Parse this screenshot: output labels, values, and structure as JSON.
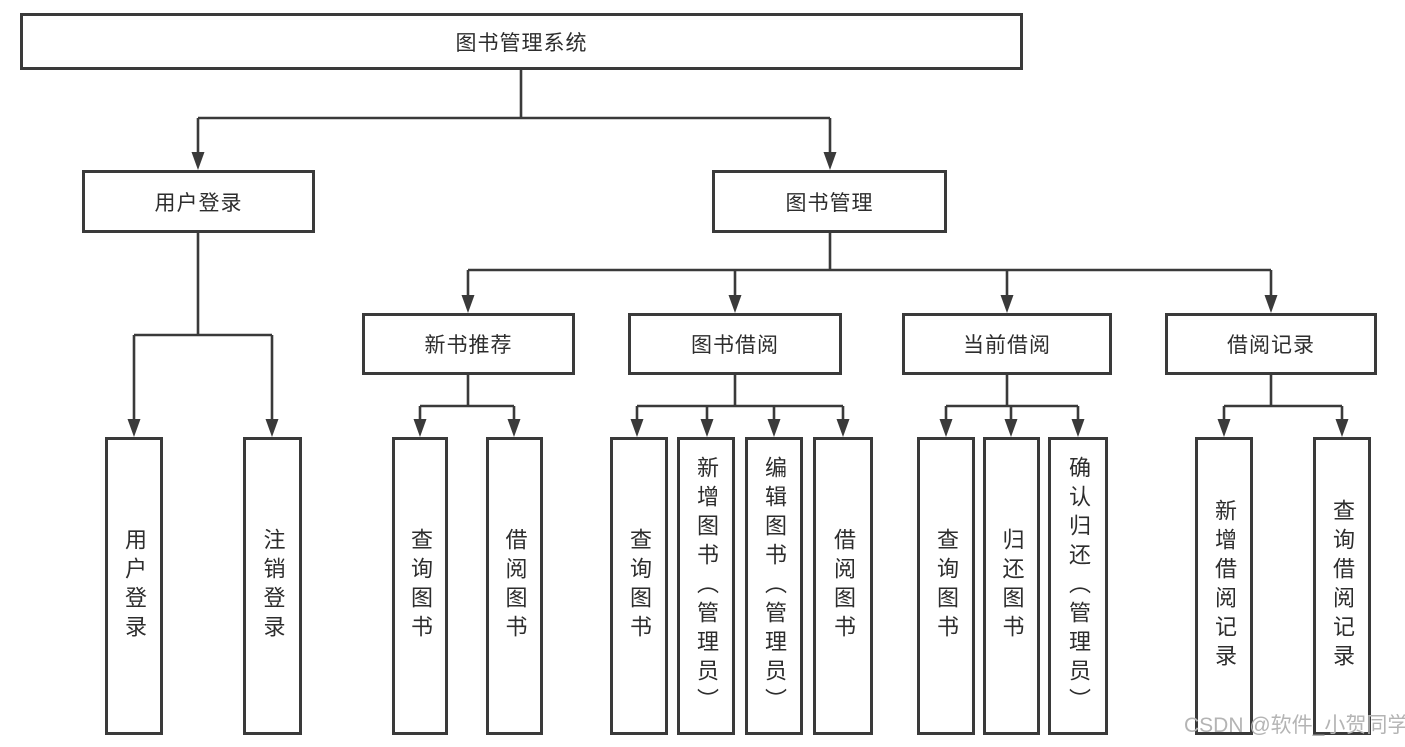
{
  "diagram": {
    "type": "hierarchy-tree",
    "title": "图书管理系统",
    "colors": {
      "line": "#3a3a3a",
      "box_border": "#3a3a3a",
      "text": "#2d2d2d",
      "watermark": "#b4b4b4",
      "background": "#ffffff"
    }
  },
  "tree": {
    "label": "图书管理系统",
    "children": [
      {
        "label": "用户登录",
        "children": [
          {
            "label": "用户登录"
          },
          {
            "label": "注销登录"
          }
        ]
      },
      {
        "label": "图书管理",
        "children": [
          {
            "label": "新书推荐",
            "children": [
              {
                "label": "查询图书"
              },
              {
                "label": "借阅图书"
              }
            ]
          },
          {
            "label": "图书借阅",
            "children": [
              {
                "label": "查询图书"
              },
              {
                "label": "新增图书（管理员）"
              },
              {
                "label": "编辑图书（管理员）"
              },
              {
                "label": "借阅图书"
              }
            ]
          },
          {
            "label": "当前借阅",
            "children": [
              {
                "label": "查询图书"
              },
              {
                "label": "归还图书"
              },
              {
                "label": "确认归还（管理员）"
              }
            ]
          },
          {
            "label": "借阅记录",
            "children": [
              {
                "label": "新增借阅记录"
              },
              {
                "label": "查询借阅记录"
              }
            ]
          }
        ]
      }
    ]
  },
  "watermark": {
    "text": "CSDN @软件_小贺同学"
  }
}
